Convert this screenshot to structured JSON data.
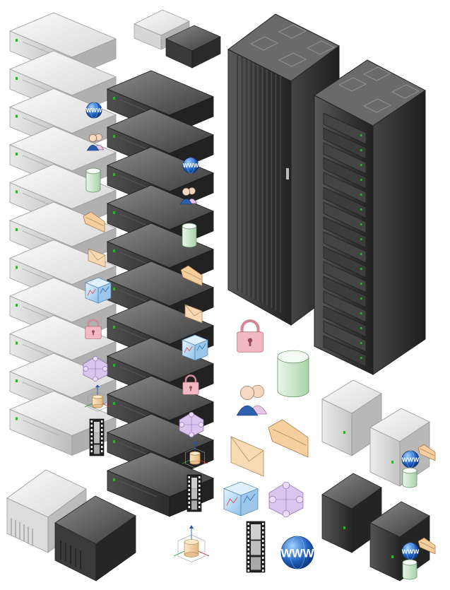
{
  "stencil": {
    "light_column_count": 11,
    "dark_column_count": 11,
    "rack_count": 2
  },
  "colors": {
    "light_top": "#f2f2f2",
    "light_front": "#d9d9d9",
    "light_side": "#b8b8b8",
    "dark_top": "#6a6a6a",
    "dark_front": "#3f3f3f",
    "dark_side": "#2a2a2a",
    "rack_front": "#4a4a4a",
    "rack_side": "#2e2e2e",
    "rack_top": "#5e5e5e",
    "led_green": "#2fae2f",
    "globe_blue": "#1f5fbf",
    "database_green": "#cfe9cf",
    "lock_pink": "#f2b8c3",
    "folder_tan": "#f6cf9e",
    "puzzle_violet": "#d9c6ee"
  },
  "glyphs": {
    "globe_text": "WWW"
  },
  "icons": [
    "web-server-globe-icon",
    "users-icon",
    "database-icon",
    "folder-icon",
    "mail-icon",
    "chart-cube-icon",
    "lock-icon",
    "puzzle-icon",
    "3d-cylinder-icon",
    "film-strip-icon"
  ]
}
